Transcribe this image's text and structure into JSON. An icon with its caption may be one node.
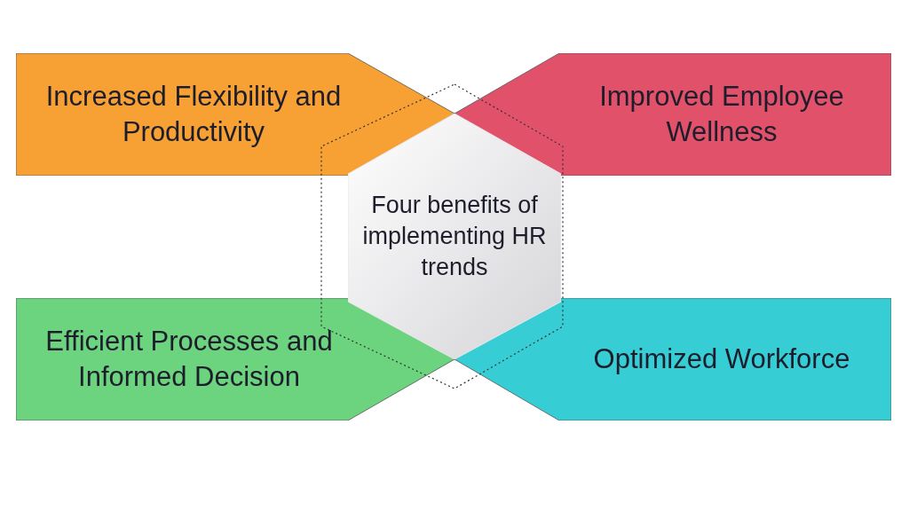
{
  "diagram": {
    "nodes": [
      {
        "text": [
          "Four benefits of implementing HR trends"
        ]
      },
      {
        "text": [
          "Increased Flexibility and Productivity"
        ]
      },
      {
        "text": [
          "Improved Employee Wellness"
        ]
      },
      {
        "text": [
          "Efficient Processes and Informed Decision"
        ]
      },
      {
        "text": [
          "Optimized Workforce"
        ]
      }
    ]
  }
}
